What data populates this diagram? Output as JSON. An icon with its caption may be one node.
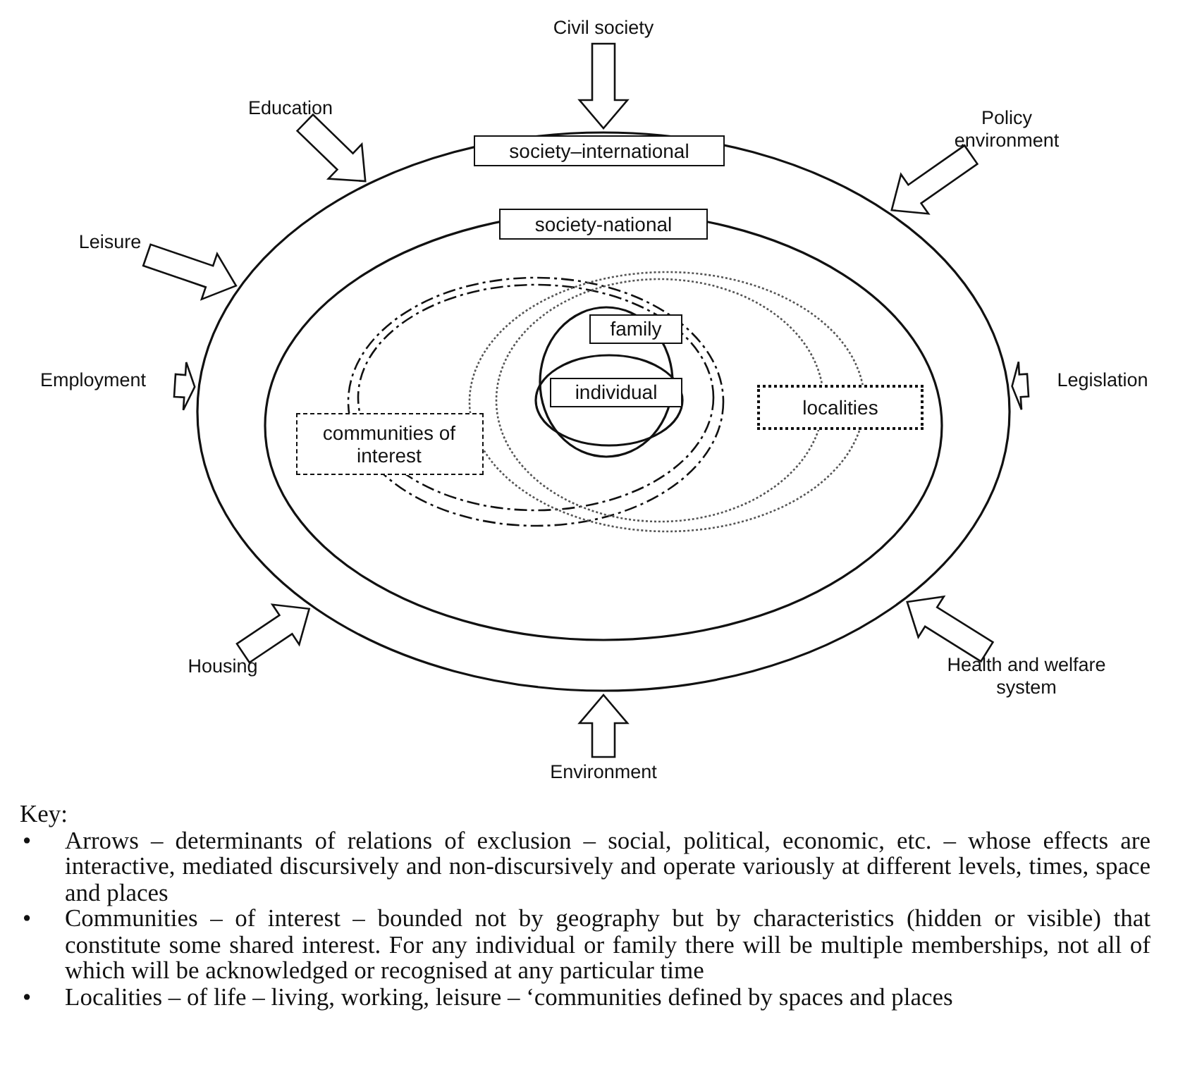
{
  "diagram": {
    "nodes": [
      {
        "text": [
          "society–international"
        ]
      },
      {
        "text": [
          "society-national"
        ],
        "in": 0
      },
      {
        "text": [
          "communities of interest"
        ],
        "in": 1
      },
      {
        "text": [
          "localities"
        ],
        "in": 1
      },
      {
        "text": [
          "family"
        ]
      },
      {
        "text": [
          "individual"
        ]
      },
      {
        "text": [
          "Civil society"
        ]
      },
      {
        "text": [
          "Education"
        ]
      },
      {
        "text": [
          "Policy environment"
        ]
      },
      {
        "text": [
          "Leisure"
        ]
      },
      {
        "text": [
          "Employment"
        ]
      },
      {
        "text": [
          "Legislation"
        ]
      },
      {
        "text": [
          "Housing"
        ]
      },
      {
        "text": [
          "Health and welfare system"
        ]
      },
      {
        "text": [
          "Environment"
        ]
      }
    ],
    "edges": [
      {
        "from": 6,
        "to": 0,
        "arrow": "to"
      },
      {
        "from": 7,
        "to": 0,
        "arrow": "to"
      },
      {
        "from": 8,
        "to": 0,
        "arrow": "to"
      },
      {
        "from": 9,
        "to": 0,
        "arrow": "to"
      },
      {
        "from": 10,
        "to": 0,
        "arrow": "to"
      },
      {
        "from": 11,
        "to": 0,
        "arrow": "to"
      },
      {
        "from": 12,
        "to": 0,
        "arrow": "to"
      },
      {
        "from": 13,
        "to": 0,
        "arrow": "to"
      },
      {
        "from": 14,
        "to": 0,
        "arrow": "to"
      }
    ],
    "labels": [
      "Key:",
      "•",
      "Arrows – determinants of relations of exclusion – social, political, economic, etc. – whose effects are interactive, mediated discursively and non-discursively and operate variously at different levels, times, space and places",
      "•",
      "Communities – of interest – bounded not by geography but by characteristics (hidden or visible) that constitute some shared interest. For any individual or family there will be multiple memberships, not all of which will be acknowledged or recognised at any particular time",
      "•",
      "Localities – of life – living, working, leisure – ‘communities defined by spaces and places"
    ]
  }
}
